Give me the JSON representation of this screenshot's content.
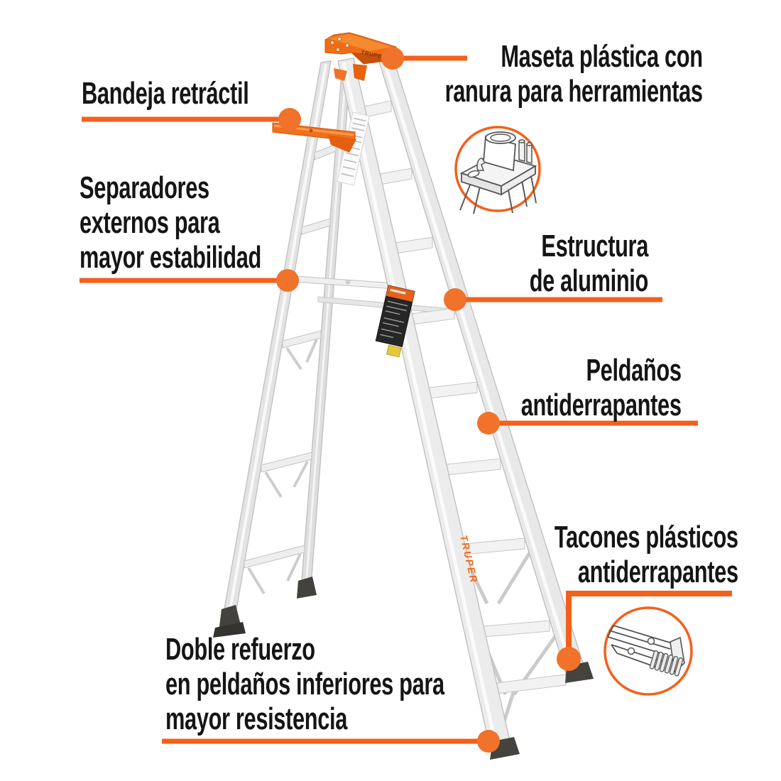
{
  "colors": {
    "accent_line": "#f4601a",
    "accent_dot": "#f0722b",
    "cap_orange": "#ef6d17",
    "cap_orange_dark": "#c4520c",
    "text": "#151515",
    "aluminum": "#e9e9e9",
    "background": "#ffffff"
  },
  "brand": {
    "cap_logo": "TRUPER",
    "rail_logo": "TRUPER"
  },
  "icons": {
    "top_detail": "top-cap-with-paint-can-and-tools",
    "foot_detail": "ribbed-plastic-ladder-foot"
  },
  "callouts": [
    {
      "id": "maseta",
      "text": "Maseta plástica con\nranura para herramientas",
      "align": "right"
    },
    {
      "id": "bandeja",
      "text": "Bandeja retráctil",
      "align": "left"
    },
    {
      "id": "separadores",
      "text": "Separadores\nexternos para\nmayor estabilidad",
      "align": "left"
    },
    {
      "id": "estructura",
      "text": "Estructura\nde aluminio",
      "align": "right"
    },
    {
      "id": "peldanos",
      "text": "Peldaños\nantiderrapantes",
      "align": "right"
    },
    {
      "id": "tacones",
      "text": "Tacones plásticos\nantiderrapantes",
      "align": "right"
    },
    {
      "id": "doble",
      "text": "Doble refuerzo\nen peldaños inferiores para\nmayor resistencia",
      "align": "left"
    }
  ]
}
